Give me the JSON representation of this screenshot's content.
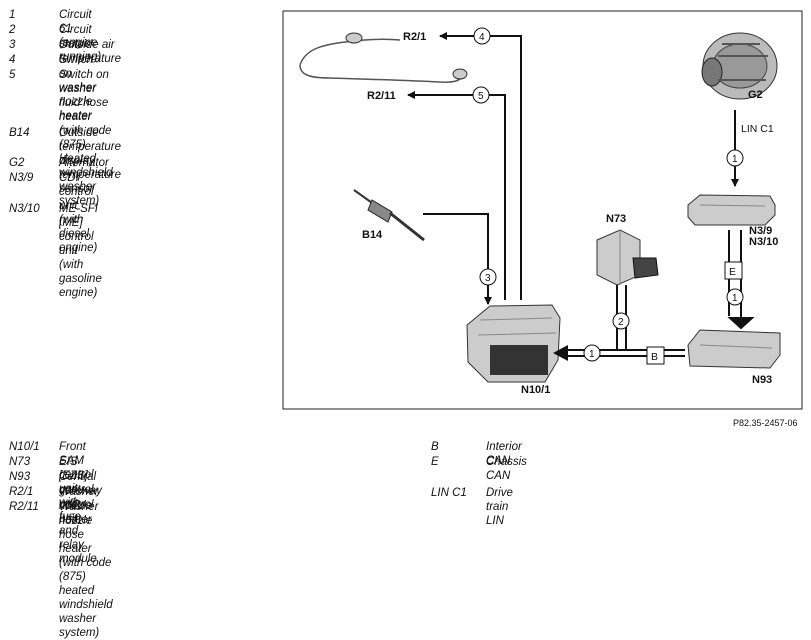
{
  "legend_top": [
    {
      "code": "1",
      "desc": "Circuit 61 (engine running)"
    },
    {
      "code": "2",
      "desc": "Circuit status"
    },
    {
      "code": "3",
      "desc": "Outside air temperature"
    },
    {
      "code": "4",
      "desc": "Switch on washer nozzle heater"
    },
    {
      "code": "5",
      "desc": "Switch on washer fluid hose\nheater (with code (875) Heated\nwindshield washer system)"
    },
    {
      "code": "B14",
      "desc": "Outside temperature display\ntemperature sensor"
    },
    {
      "code": "G2",
      "desc": "Alternator"
    },
    {
      "code": "N3/9",
      "desc": "CDI control unit\n(with diesel engine)"
    },
    {
      "code": "N3/10",
      "desc": "ME-SFI [ME] control unit\n(with gasoline engine)"
    }
  ],
  "legend_bottom_left": [
    {
      "code": "N10/1",
      "desc": "Front SAM control unit with fuse and relay module"
    },
    {
      "code": "N73",
      "desc": "EIS [EZS] control unit"
    },
    {
      "code": "N93",
      "desc": "Central gateway control unit"
    },
    {
      "code": "R2/1",
      "desc": "Washer nozzle heater"
    },
    {
      "code": "R2/11",
      "desc": "Washer nozzle hose heater (with code (875) heated\nwindshield washer system)"
    }
  ],
  "legend_bottom_right": [
    {
      "code": "B",
      "desc": "Interior CAN"
    },
    {
      "code": "E",
      "desc": "Chassis CAN"
    },
    {
      "code": "LIN C1",
      "desc": "Drive train LIN"
    }
  ],
  "diagram": {
    "labels": {
      "r2_1": "R2/1",
      "r2_11": "R2/11",
      "g2": "G2",
      "lin": "LIN C1",
      "b14": "B14",
      "n73": "N73",
      "n3": "N3/9",
      "n3b": "N3/10",
      "n10": "N10/1",
      "n93": "N93",
      "bus_e": "E",
      "bus_b": "B"
    },
    "markers": {
      "m1": "1",
      "m2": "2",
      "m3": "3",
      "m4": "4",
      "m5": "5"
    }
  },
  "reference": "P82.35-2457-06"
}
